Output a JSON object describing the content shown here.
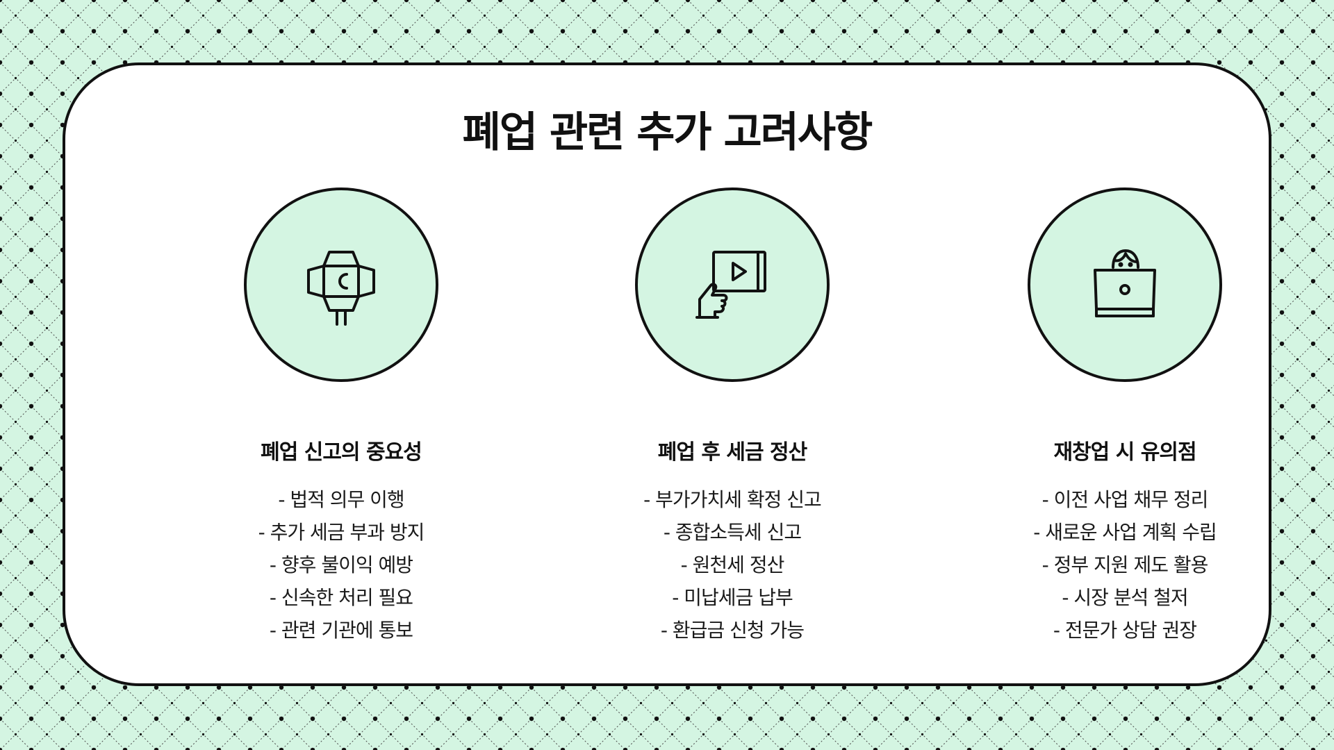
{
  "title": "폐업 관련 추가 고려사항",
  "colors": {
    "background": "#d4f5e2",
    "card": "#ffffff",
    "outline": "#111111",
    "circle_fill": "#d4f5e2"
  },
  "columns": [
    {
      "icon": "studio-light-icon",
      "heading": "폐업 신고의 중요성",
      "items": [
        "- 법적 의무 이행",
        "- 추가 세금 부과 방지",
        "- 향후 불이익 예방",
        "- 신속한 처리 필요",
        "- 관련 기관에 통보"
      ]
    },
    {
      "icon": "tablet-video-icon",
      "heading": "폐업 후 세금 정산",
      "items": [
        "- 부가가치세 확정 신고",
        "- 종합소득세 신고",
        "- 원천세 정산",
        "- 미납세금 납부",
        "- 환급금 신청 가능"
      ]
    },
    {
      "icon": "person-laptop-icon",
      "heading": "재창업 시 유의점",
      "items": [
        "- 이전 사업 채무 정리",
        "- 새로운 사업 계획 수립",
        "- 정부 지원 제도 활용",
        "- 시장 분석 철저",
        "- 전문가 상담 권장"
      ]
    }
  ]
}
